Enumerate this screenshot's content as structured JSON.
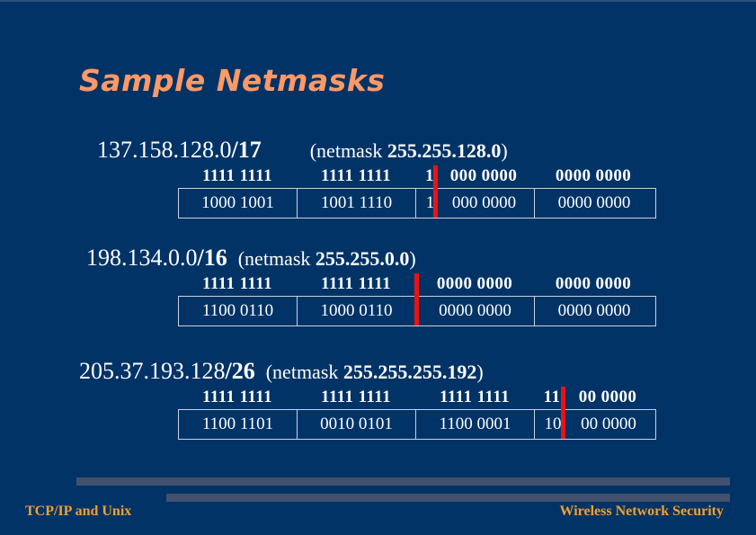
{
  "slide": {
    "title": "Sample Netmasks",
    "background_color": "#013366",
    "title_color": "#ff9966",
    "divider_color": "#ee1111",
    "bar_color": "#43506e",
    "footer_color": "#f0a030"
  },
  "blocks": [
    {
      "network_prefix": "137.158.128.0",
      "cidr": "/17",
      "netmask_label": "(netmask ",
      "netmask_value": "255.255.128.0",
      "netmask_close": ")",
      "mask_bits": {
        "octet1": "1111 1111",
        "octet2": "1111 1111",
        "octet3_left": "1",
        "octet3_right": "000 0000",
        "octet4": "0000 0000"
      },
      "address_bits": {
        "octet1": "1000 1001",
        "octet2": "1001 1110",
        "octet3_left": "1",
        "octet3_right": "000 0000",
        "octet4": "0000 0000"
      },
      "boundary_octet": 3,
      "boundary_bit": 1
    },
    {
      "network_prefix": "198.134.0.0",
      "cidr": "/16",
      "netmask_label": "(netmask ",
      "netmask_value": "255.255.0.0",
      "netmask_close": ")",
      "mask_bits": {
        "octet1": "1111 1111",
        "octet2": "1111 1111",
        "octet3": "0000 0000",
        "octet4": "0000 0000"
      },
      "address_bits": {
        "octet1": "1100 0110",
        "octet2": "1000 0110",
        "octet3": "0000 0000",
        "octet4": "0000 0000"
      },
      "boundary_octet": 2,
      "boundary_bit": 8
    },
    {
      "network_prefix": "205.37.193.128",
      "cidr": "/26",
      "netmask_label": "(netmask ",
      "netmask_value": "255.255.255.192",
      "netmask_close": ")",
      "mask_bits": {
        "octet1": "1111 1111",
        "octet2": "1111 1111",
        "octet3": "1111 1111",
        "octet4_left": "11",
        "octet4_right": "00 0000"
      },
      "address_bits": {
        "octet1": "1100 1101",
        "octet2": "0010 0101",
        "octet3": "1100 0001",
        "octet4_left": "10",
        "octet4_right": "00 0000"
      },
      "boundary_octet": 4,
      "boundary_bit": 2
    }
  ],
  "footer": {
    "left": "TCP/IP and Unix",
    "right": "Wireless Network Security"
  }
}
